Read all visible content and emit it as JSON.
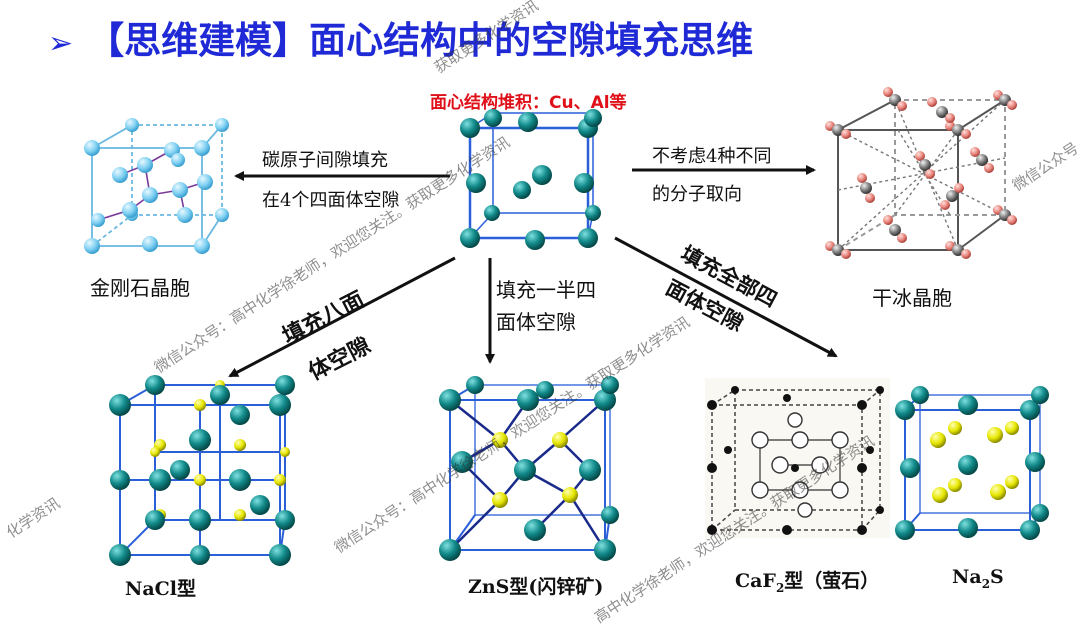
{
  "title": {
    "arrow_glyph": "➢",
    "text": "【思维建模】面心结构中的空隙填充思维"
  },
  "subtitle": "面心结构堆积：Cu、Al等",
  "arrows": {
    "left_line1": "碳原子间隙填充",
    "left_line2": "在4个四面体空隙",
    "right_line1": "不考虑4种不同",
    "right_line2": "的分子取向",
    "octa_line1": "填充八面",
    "octa_line2": "体空隙",
    "half_line1": "填充一半四",
    "half_line2": "面体空隙",
    "all_line1": "填充全部四",
    "all_line2": "面体空隙"
  },
  "labels": {
    "diamond": "金刚石晶胞",
    "dry_ice": "干冰晶胞",
    "nacl": "NaCl型",
    "zns": "ZnS型(闪锌矿)",
    "caf2_main": "CaF",
    "caf2_sub": "2",
    "caf2_tail": "型（萤石）",
    "na2s_main": "Na",
    "na2s_sub": "2",
    "na2s_tail": "S"
  },
  "watermarks": [
    "微信公众号：高中化学徐老师，欢迎您关注。获取更多化学资讯",
    "微信公众号：高中化学徐老师，欢迎您关注。获取更多化学资讯",
    "高中化学徐老师，欢迎您关注。获取更多化学资讯",
    "微信公众号",
    "化学资讯",
    "获取更多化学资讯"
  ],
  "colors": {
    "title": "#1f2ad6",
    "subtitle": "#e0101a",
    "teal_atom": "#128a8a",
    "yellow_atom": "#e6e600",
    "cell_edge": "#2a5fd8",
    "diamond_atom": "#7fd0f2",
    "dry_ice_dark": "#7a7a7a",
    "dry_ice_red": "#e8857c"
  }
}
